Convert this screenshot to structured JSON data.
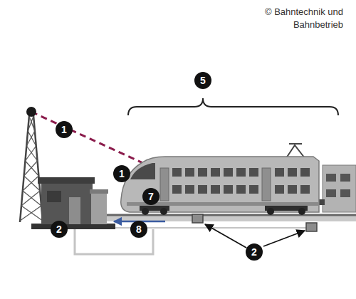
{
  "diagram": {
    "labels": [
      "© Bahntechnik und Bahnbetrieb",
      "1",
      "1",
      "2",
      "5",
      "7",
      "8",
      "2"
    ]
  }
}
